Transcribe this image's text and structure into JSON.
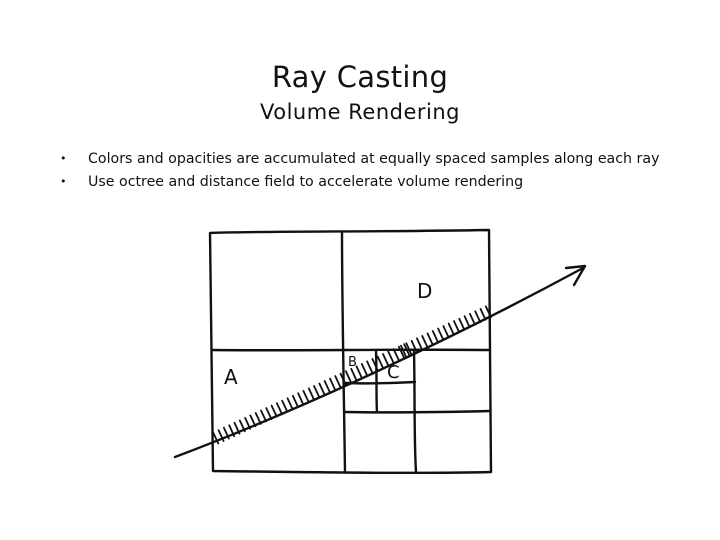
{
  "slide": {
    "title": "Ray Casting",
    "subtitle": "Volume Rendering",
    "bullets": [
      {
        "marker": "•",
        "text": "Colors and opacities are accumulated at equally spaced samples along each ray"
      },
      {
        "marker": "•",
        "text": "Use octree and distance field to accelerate volume rendering"
      }
    ]
  },
  "diagram": {
    "labels": {
      "a": "A",
      "b": "B",
      "c": "C",
      "d": "D"
    }
  }
}
